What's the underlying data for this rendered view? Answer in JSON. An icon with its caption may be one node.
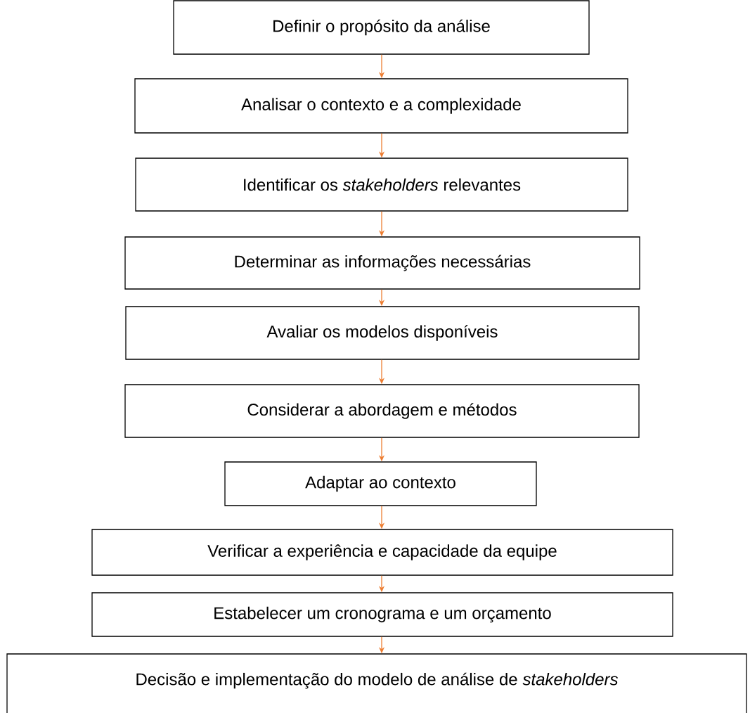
{
  "diagram": {
    "nodes": [
      {
        "text": [
          "Definir o propósito da análise"
        ]
      },
      {
        "text": [
          "Analisar o contexto e a complexidade"
        ]
      },
      {
        "text": [
          "Identificar os *stakeholders* relevantes"
        ]
      },
      {
        "text": [
          "Determinar as informações necessárias"
        ]
      },
      {
        "text": [
          "Avaliar os modelos disponíveis"
        ]
      },
      {
        "text": [
          "Considerar a abordagem e métodos"
        ]
      },
      {
        "text": [
          "Adaptar ao contexto"
        ]
      },
      {
        "text": [
          "Verificar a experiência e capacidade da equipe"
        ]
      },
      {
        "text": [
          "Estabelecer um cronograma e um orçamento"
        ]
      },
      {
        "text": [
          "Decisão e implementação do modelo de análise de *stakeholders*"
        ]
      }
    ],
    "edges": [
      {
        "from": 0,
        "to": 1,
        "arrow": "to"
      },
      {
        "from": 1,
        "to": 2,
        "arrow": "to"
      },
      {
        "from": 2,
        "to": 3,
        "arrow": "to"
      },
      {
        "from": 3,
        "to": 4,
        "arrow": "to"
      },
      {
        "from": 4,
        "to": 5,
        "arrow": "to"
      },
      {
        "from": 5,
        "to": 6,
        "arrow": "to"
      },
      {
        "from": 6,
        "to": 7,
        "arrow": "to"
      },
      {
        "from": 7,
        "to": 8,
        "arrow": "to"
      },
      {
        "from": 8,
        "to": 9,
        "arrow": "to"
      }
    ]
  }
}
